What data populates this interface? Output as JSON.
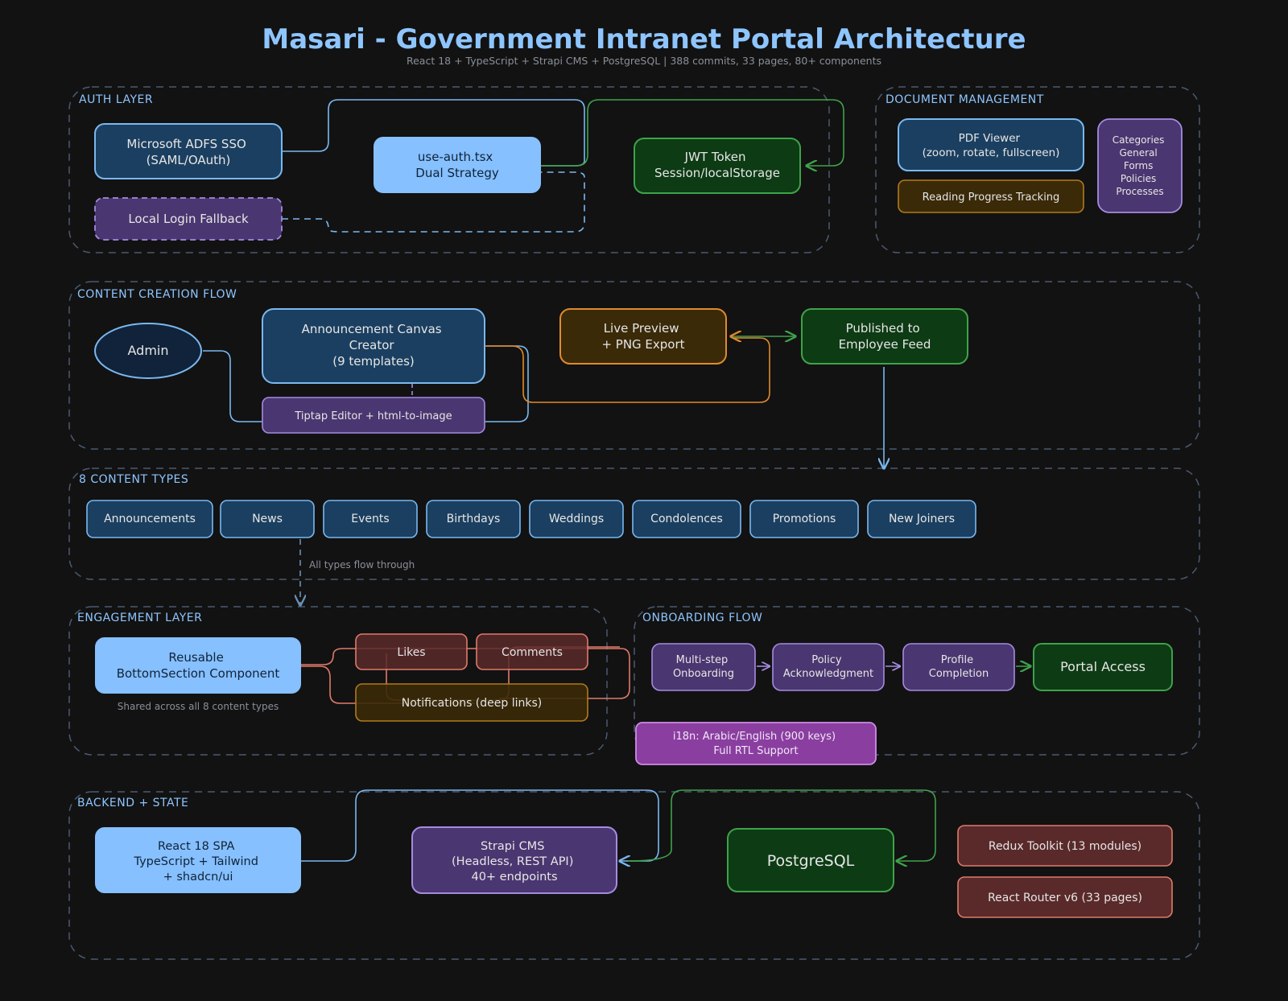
{
  "title": "Masari - Government Intranet Portal Architecture",
  "subtitle": "React 18 + TypeScript + Strapi CMS + PostgreSQL | 388 commits, 33 pages, 80+ components",
  "colors": {
    "background": "#121212",
    "title": "#8ec5ff",
    "section_border": "#4a5a70",
    "blue_fill": "#1b3f60",
    "blue_stroke": "#7ab8f0",
    "lightblue_fill": "#86c0ff",
    "green_fill": "#0d3b14",
    "green_stroke": "#3ea34a",
    "purple_fill": "#4a3670",
    "purple_stroke": "#a58be0",
    "brown_fill": "#3a2a08",
    "brown_stroke": "#b37a1a",
    "orange_stroke": "#e08a2c",
    "red_fill": "#5a2a2a",
    "red_stroke": "#e07a6a",
    "magenta_fill": "#8a3fa0",
    "magenta_stroke": "#d08ae8"
  },
  "sections": {
    "auth": "AUTH LAYER",
    "docs": "DOCUMENT MANAGEMENT",
    "content": "CONTENT CREATION FLOW",
    "types": "8 CONTENT TYPES",
    "engagement": "ENGAGEMENT LAYER",
    "onboarding": "ONBOARDING FLOW",
    "backend": "BACKEND + STATE"
  },
  "nodes": {
    "adfs": [
      "Microsoft ADFS SSO",
      "(SAML/OAuth)"
    ],
    "local_login": [
      "Local Login Fallback"
    ],
    "use_auth": [
      "use-auth.tsx",
      "Dual Strategy"
    ],
    "jwt": [
      "JWT Token",
      "Session/localStorage"
    ],
    "pdf_viewer": [
      "PDF Viewer",
      "(zoom, rotate, fullscreen)"
    ],
    "reading_progress": [
      "Reading Progress Tracking"
    ],
    "categories": [
      "Categories",
      "General",
      "Forms",
      "Policies",
      "Processes"
    ],
    "admin": [
      "Admin"
    ],
    "canvas_creator": [
      "Announcement Canvas",
      "Creator",
      "(9 templates)"
    ],
    "tiptap": [
      "Tiptap Editor + html-to-image"
    ],
    "live_preview": [
      "Live Preview",
      "+ PNG Export"
    ],
    "published": [
      "Published to",
      "Employee Feed"
    ],
    "bottom_section": [
      "Reusable",
      "BottomSection Component"
    ],
    "likes": [
      "Likes"
    ],
    "comments": [
      "Comments"
    ],
    "notifications": [
      "Notifications (deep links)"
    ],
    "onb_multistep": [
      "Multi-step",
      "Onboarding"
    ],
    "onb_policy": [
      "Policy",
      "Acknowledgment"
    ],
    "onb_profile": [
      "Profile",
      "Completion"
    ],
    "portal_access": [
      "Portal Access"
    ],
    "i18n": [
      "i18n: Arabic/English (900 keys)",
      "Full RTL Support"
    ],
    "react_spa": [
      "React 18 SPA",
      "TypeScript + Tailwind",
      "+ shadcn/ui"
    ],
    "strapi": [
      "Strapi CMS",
      "(Headless, REST API)",
      "40+ endpoints"
    ],
    "postgres": [
      "PostgreSQL"
    ],
    "redux": [
      "Redux Toolkit (13 modules)"
    ],
    "router": [
      "React Router v6 (33 pages)"
    ]
  },
  "content_types": [
    "Announcements",
    "News",
    "Events",
    "Birthdays",
    "Weddings",
    "Condolences",
    "Promotions",
    "New Joiners"
  ],
  "notes": {
    "all_types": "All types flow through",
    "shared": "Shared across all 8 content types"
  }
}
